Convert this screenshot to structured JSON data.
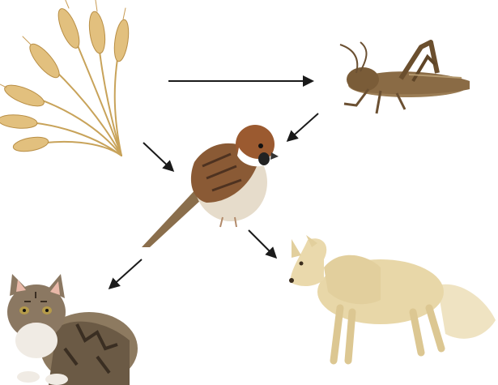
{
  "diagram": {
    "kind": "food-web",
    "background": "#ffffff",
    "arrow_color": "#1a1a1a",
    "nodes": [
      {
        "id": "wheat",
        "icon": "wheat-icon",
        "color": "#d9b26a"
      },
      {
        "id": "grasshopper",
        "icon": "grasshopper-icon",
        "color": "#8b6d45"
      },
      {
        "id": "sparrow",
        "icon": "sparrow-icon",
        "color": "#8a5a35"
      },
      {
        "id": "cat",
        "icon": "cat-icon",
        "color": "#7b6a55"
      },
      {
        "id": "fox",
        "icon": "fox-icon",
        "color": "#e8d7a8"
      }
    ],
    "edges": [
      {
        "from": "wheat",
        "to": "grasshopper"
      },
      {
        "from": "wheat",
        "to": "sparrow"
      },
      {
        "from": "grasshopper",
        "to": "sparrow"
      },
      {
        "from": "sparrow",
        "to": "cat"
      },
      {
        "from": "sparrow",
        "to": "fox"
      }
    ]
  }
}
